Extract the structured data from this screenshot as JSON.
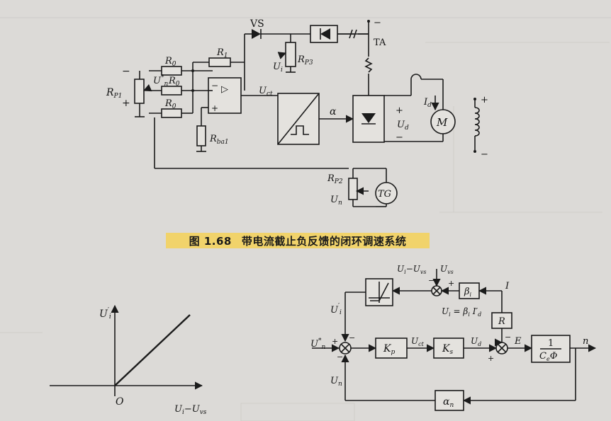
{
  "circuit": {
    "labels": {
      "vs": "VS",
      "r0_top": "R0",
      "r0_mid": "R0",
      "r0_bottom": "R0",
      "r1": "R1",
      "rp1": "RP1",
      "rp2": "RP2",
      "rp3": "RP3",
      "rba1": "Rba1",
      "un_star": "U*n",
      "ui": "Ui",
      "uct": "Uct",
      "alpha": "α",
      "ta": "TA",
      "id": "Id",
      "ud": "Ud",
      "un": "Un",
      "m": "M",
      "tg": "TG",
      "minus": "−",
      "plus": "+",
      "opamp": "▷"
    }
  },
  "caption": {
    "number": "图 1.68",
    "title": "带电流截止负反馈的闭环调速系统"
  },
  "characteristic": {
    "y_label": "U'i",
    "x_label": "Ui−Uvs",
    "origin": "O"
  },
  "block_diagram": {
    "labels": {
      "ui_uvs": "Ui−Uvs",
      "uvs": "Uvs",
      "beta": "βi",
      "i": "I",
      "ui_eq": "Ui = βi I'd",
      "r": "R",
      "ui_prime": "U'i",
      "un_star": "U*n",
      "kp": "Kp",
      "uct": "Uct",
      "ks": "Ks",
      "ud": "Ud",
      "e": "E",
      "one": "1",
      "ce_phi": "CeΦ",
      "n": "n",
      "un": "Un",
      "alpha_n": "αn",
      "plus": "+",
      "minus": "−"
    }
  },
  "colors": {
    "background": "#dcdad7",
    "caption_bg": "#f1d36b",
    "ink": "#1b1b1b"
  }
}
